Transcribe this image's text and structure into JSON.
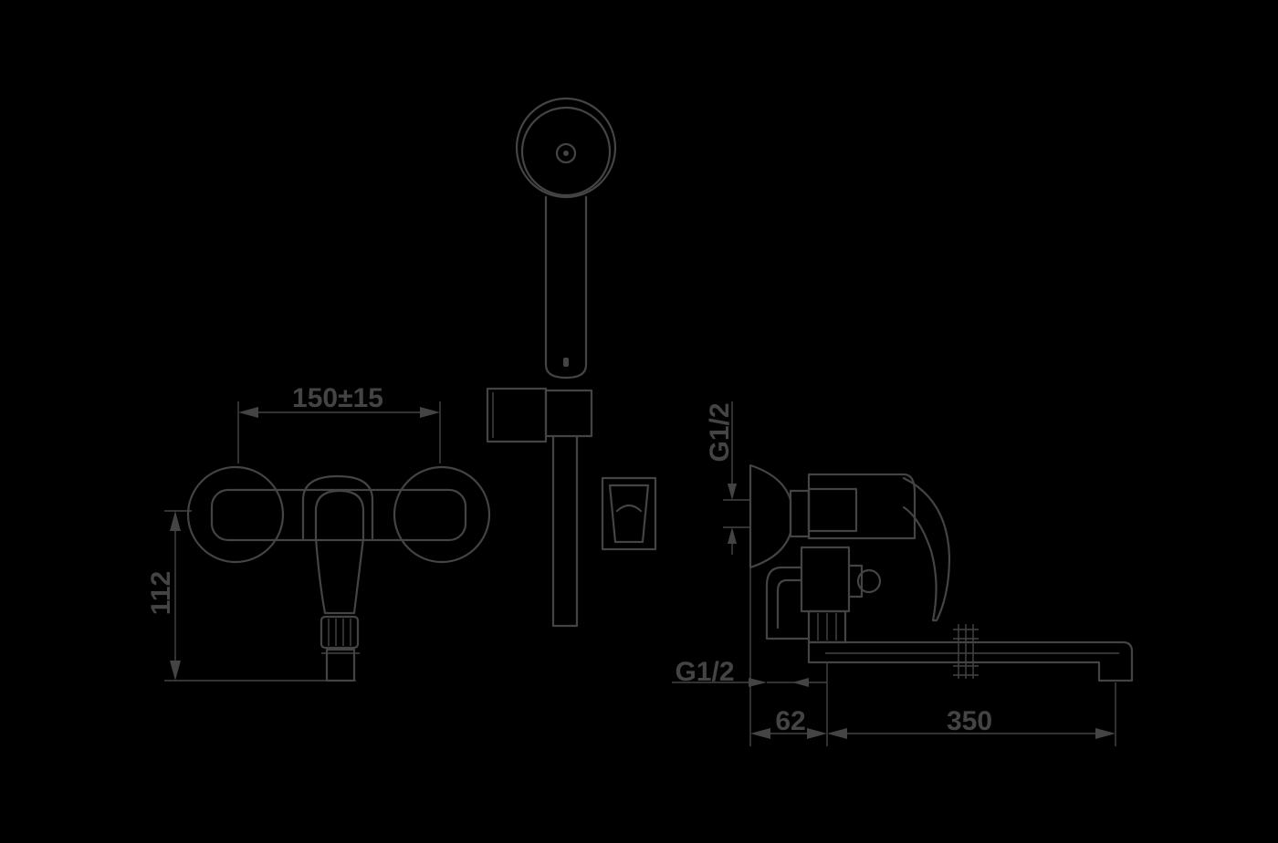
{
  "dimensions": {
    "mount_spacing": "150±15",
    "mixer_height": "112",
    "inlet_thread_top": "G1/2",
    "inlet_thread_bottom": "G1/2",
    "wall_offset": "62",
    "spout_length": "350"
  },
  "colors": {
    "background": "#000000",
    "line": "#444444"
  }
}
